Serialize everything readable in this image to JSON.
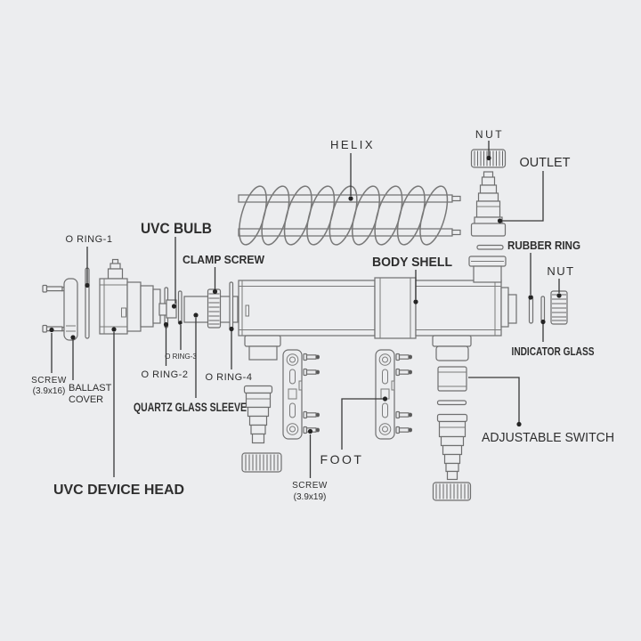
{
  "colors": {
    "background": "#ECEDEF",
    "part_line": "#6F6F6F",
    "leader_line": "#383838",
    "text": "#2E2E2E"
  },
  "diagram_type": "exploded-parts-diagram",
  "labels": {
    "o_ring_1": "O RING-1",
    "uvc_bulb": "UVC BULB",
    "clamp_screw": "CLAMP SCREW",
    "helix": "HELIX",
    "nut_top": "NUT",
    "outlet": "OUTLET",
    "rubber_ring": "RUBBER RING",
    "body_shell": "BODY SHELL",
    "nut_right": "NUT",
    "indicator_glass": "INDICATOR GLASS",
    "o_ring_2": "O RING-2",
    "o_ring_3": "O RING-3",
    "o_ring_4": "O RING-4",
    "quartz_glass_sleeve": "QUARTZ GLASS SLEEVE",
    "screw_3_9x16_line1": "SCREW",
    "screw_3_9x16_line2": "(3.9x16)",
    "ballast_cover_line1": "BALLAST",
    "ballast_cover_line2": "COVER",
    "uvc_device_head": "UVC DEVICE HEAD",
    "foot": "FOOT",
    "screw_3_9x19_line1": "SCREW",
    "screw_3_9x19_line2": "(3.9x19)",
    "adjustable_switch": "ADJUSTABLE SWITCH"
  }
}
